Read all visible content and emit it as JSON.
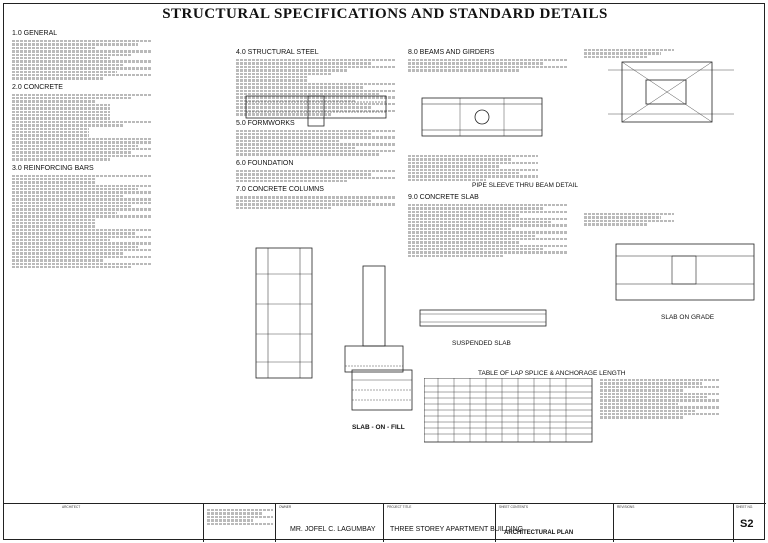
{
  "title": "STRUCTURAL SPECIFICATIONS AND STANDARD DETAILS",
  "sections": {
    "general": {
      "heading": "1.0 GENERAL"
    },
    "concrete": {
      "heading": "2.0 CONCRETE"
    },
    "rebars": {
      "heading": "3.0 REINFORCING BARS"
    },
    "steel": {
      "heading": "4.0 STRUCTURAL STEEL"
    },
    "formworks": {
      "heading": "5.0 FORMWORKS"
    },
    "foundation": {
      "heading": "6.0 FOUNDATION"
    },
    "columns": {
      "heading": "7.0 CONCRETE COLUMNS"
    },
    "beams": {
      "heading": "8.0 BEAMS AND GIRDERS"
    },
    "slab": {
      "heading": "9.0 CONCRETE SLAB"
    }
  },
  "captions": {
    "pipe_sleeve": "PIPE SLEEVE THRU BEAM DETAIL",
    "slab_on_grade": "SLAB ON GRADE",
    "suspended_slab": "SUSPENDED SLAB",
    "slab_on_fill": "SLAB - ON - FILL",
    "lap_table": "TABLE OF LAP SPLICE & ANCHORAGE LENGTH"
  },
  "title_block": {
    "architect_label": "ARCHITECT",
    "owner_label": "OWNER",
    "owner_name": "MR. JOFEL C. LAGUMBAY",
    "project_label": "PROJECT TITLE",
    "project_name": "THREE STOREY APARTMENT BUILDING",
    "sheet_contents_label": "SHEET CONTENTS",
    "sheet_contents": "ARCHITECTURAL PLAN",
    "revisions_label": "REVISIONS",
    "sheet_no_label": "SHEET NO.",
    "sheet_no": "S2"
  }
}
